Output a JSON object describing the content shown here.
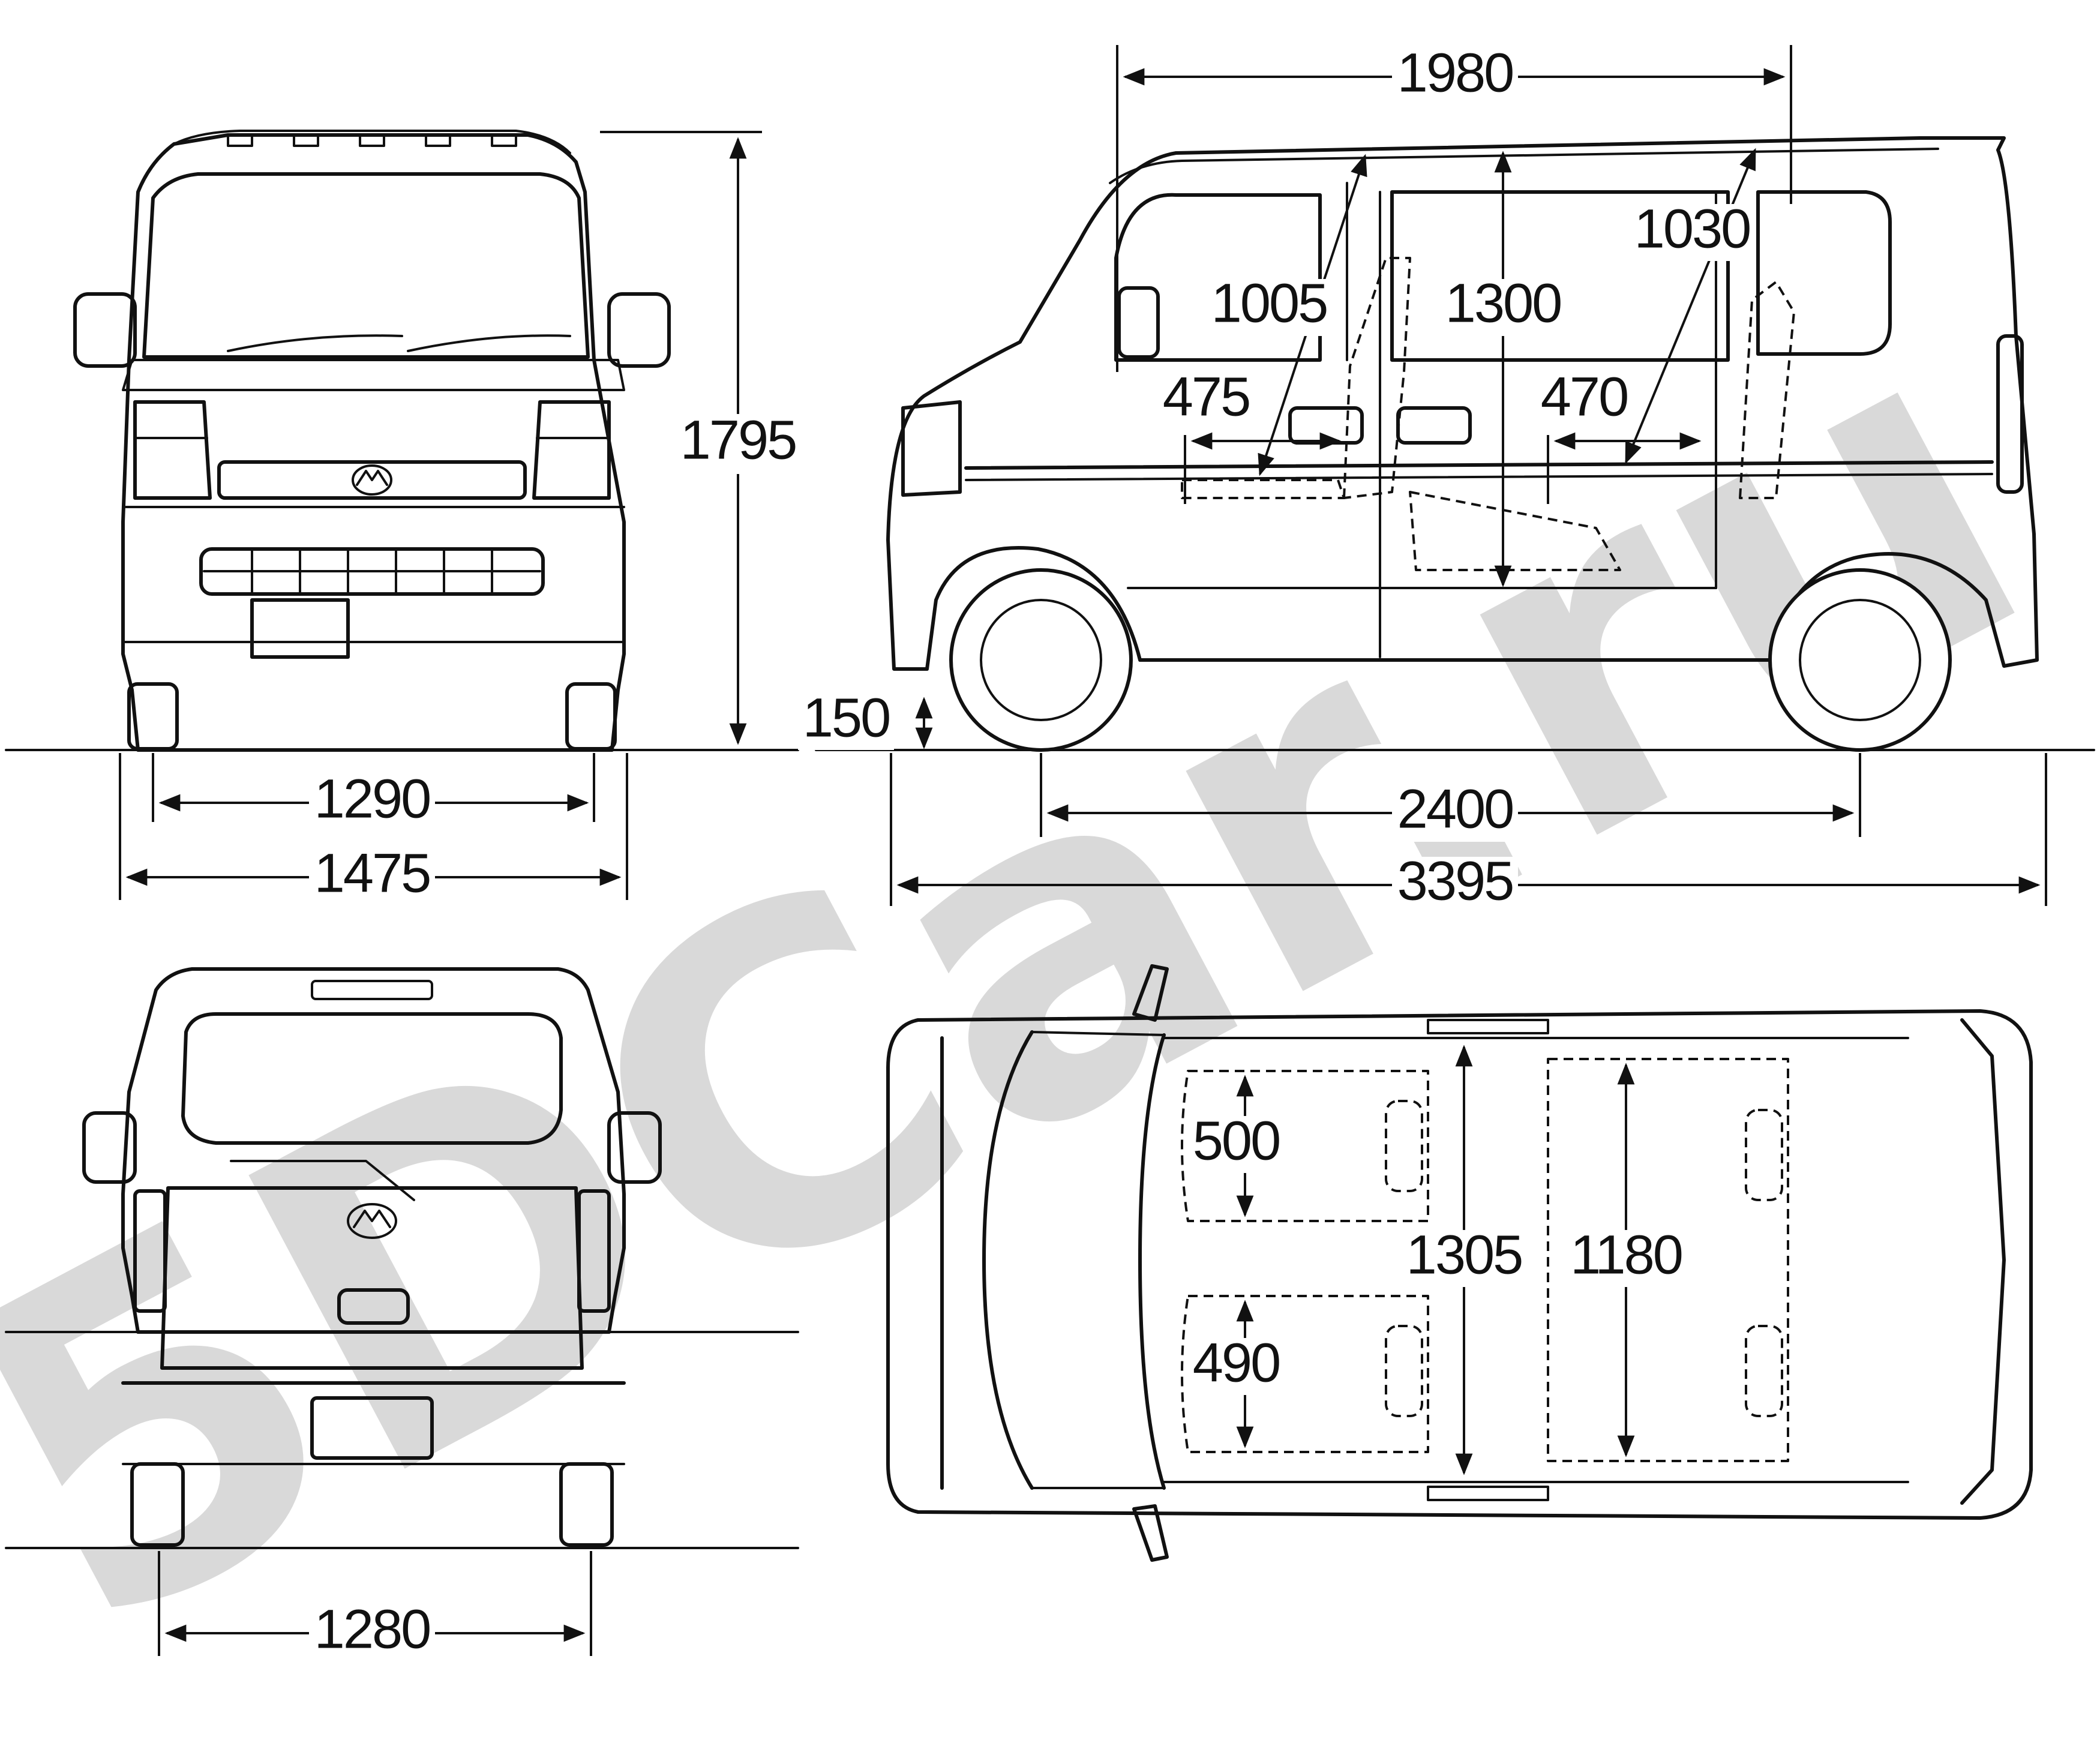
{
  "watermark": {
    "text": "5DCar.ru",
    "color": "#d9d9d9"
  },
  "dimensions": {
    "front_height": "1795",
    "front_track": "1290",
    "front_width": "1475",
    "rear_track": "1280",
    "side_roof_length": "1980",
    "side_front_door_height": "1005",
    "side_interior_height": "1300",
    "side_rear_window_height": "1030",
    "side_front_seat_depth": "475",
    "side_rear_seat_depth": "470",
    "ground_clearance": "150",
    "wheelbase": "2400",
    "overall_length": "3395",
    "top_front_seat_width": "500",
    "top_front_seat2_width": "490",
    "top_interior_width": "1305",
    "top_rear_seat_width": "1180"
  },
  "views": [
    "front",
    "side",
    "rear",
    "top"
  ],
  "colors": {
    "ink": "#111111",
    "paper": "#ffffff"
  }
}
